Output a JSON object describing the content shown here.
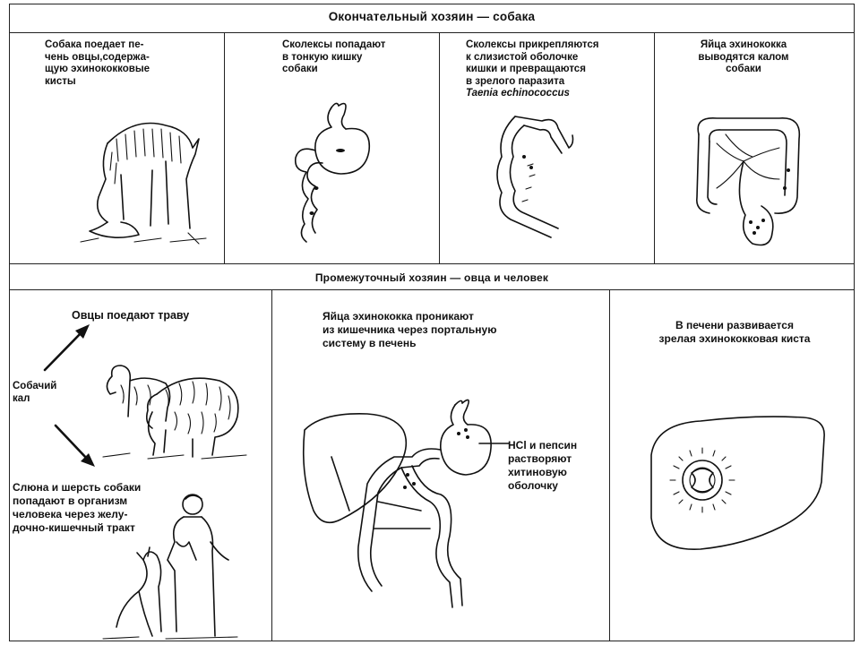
{
  "definitive_host": {
    "title": "Окончательный хозяин — собака",
    "panels": [
      {
        "caption": "Собака поедает пе-\nчень овцы,содержа-\nщую эхинококковые\nкисты"
      },
      {
        "caption": "Сколексы попадают\nв тонкую кишку\nсобаки"
      },
      {
        "caption": "Сколексы прикрепляются\nк слизистой оболочке\nкишки и превращаются\nв зрелого паразита",
        "caption_italic": "Taenia echinococcus"
      },
      {
        "caption": "Яйца эхинококка\nвыводятся калом\nсобаки"
      }
    ]
  },
  "intermediate_host": {
    "title": "Промежуточный хозяин — овца и человек",
    "panels": [
      {
        "caption_top": "Овцы поедают траву",
        "caption_left": "Собачий\nкал",
        "caption_bottom": "Слюна и шерсть собаки\nпопадают в организм\nчеловека через желу-\nдочно-кишечный тракт"
      },
      {
        "caption": "Яйца эхинококка проникают\nиз кишечника через портальную\nсистему в печень",
        "label": "HCl и пепсин\nрастворяют\nхитиновую\nоболочку"
      },
      {
        "caption": "В печени развивается\nзрелая эхинококковая киста"
      }
    ]
  },
  "icons": [
    "dog-eating-liver",
    "stomach",
    "intestine-segment",
    "colon-with-eggs",
    "arrow",
    "sheep",
    "man-with-dog",
    "liver-portal-system",
    "liver-cyst"
  ]
}
